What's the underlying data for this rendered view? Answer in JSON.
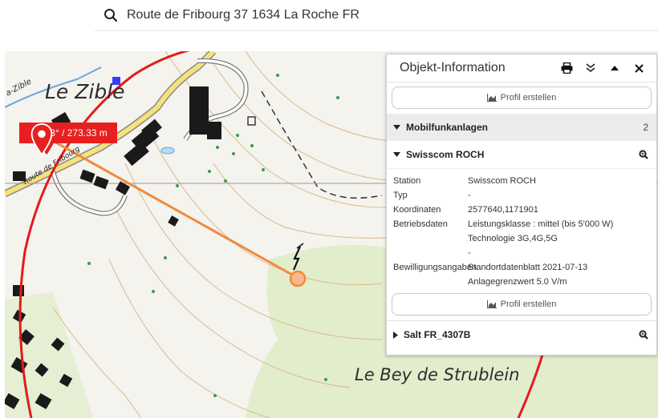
{
  "search": {
    "value": "Route de Fribourg 37 1634 La Roche FR",
    "placeholder": ""
  },
  "map": {
    "measurement": "2○°/3° / 273.33 m",
    "labels": {
      "village": "Le Zible",
      "street": "Route de Fribourg",
      "forest": "Le Bey de Strublein",
      "small": "a-Zible"
    },
    "colors": {
      "circle": "#e31b1b",
      "line": "#f08a3c",
      "forest": "#e0ecc6",
      "water": "#7fb6e6"
    }
  },
  "panel": {
    "title": "Objekt-Information",
    "profile_button": "Profil erstellen",
    "section": {
      "label": "Mobilfunkanlagen",
      "count": "2"
    },
    "items": [
      {
        "label": "Swisscom ROCH",
        "rows": [
          {
            "k": "Station",
            "v": "Swisscom ROCH"
          },
          {
            "k": "Typ",
            "v": "-"
          },
          {
            "k": "Koordinaten",
            "v": "2577640,1171901"
          },
          {
            "k": "Betriebsdaten",
            "v": "Leistungsklasse : mittel (bis 5'000 W)"
          },
          {
            "k": "",
            "v": "Technologie 3G,4G,5G"
          },
          {
            "k": "",
            "v": "-"
          },
          {
            "k": "Bewilligungsangaben",
            "v": "Standortdatenblatt 2021-07-13"
          },
          {
            "k": "",
            "v": "Anlagegrenzwert 5.0 V/m"
          }
        ]
      },
      {
        "label": "Salt FR_4307B"
      }
    ],
    "icons": {
      "print": "print-icon",
      "collapse": "double-chevron-down-icon",
      "minimize": "caret-up-icon",
      "close": "close-icon",
      "zoom": "zoom-in-icon",
      "chart": "chart-icon"
    }
  }
}
